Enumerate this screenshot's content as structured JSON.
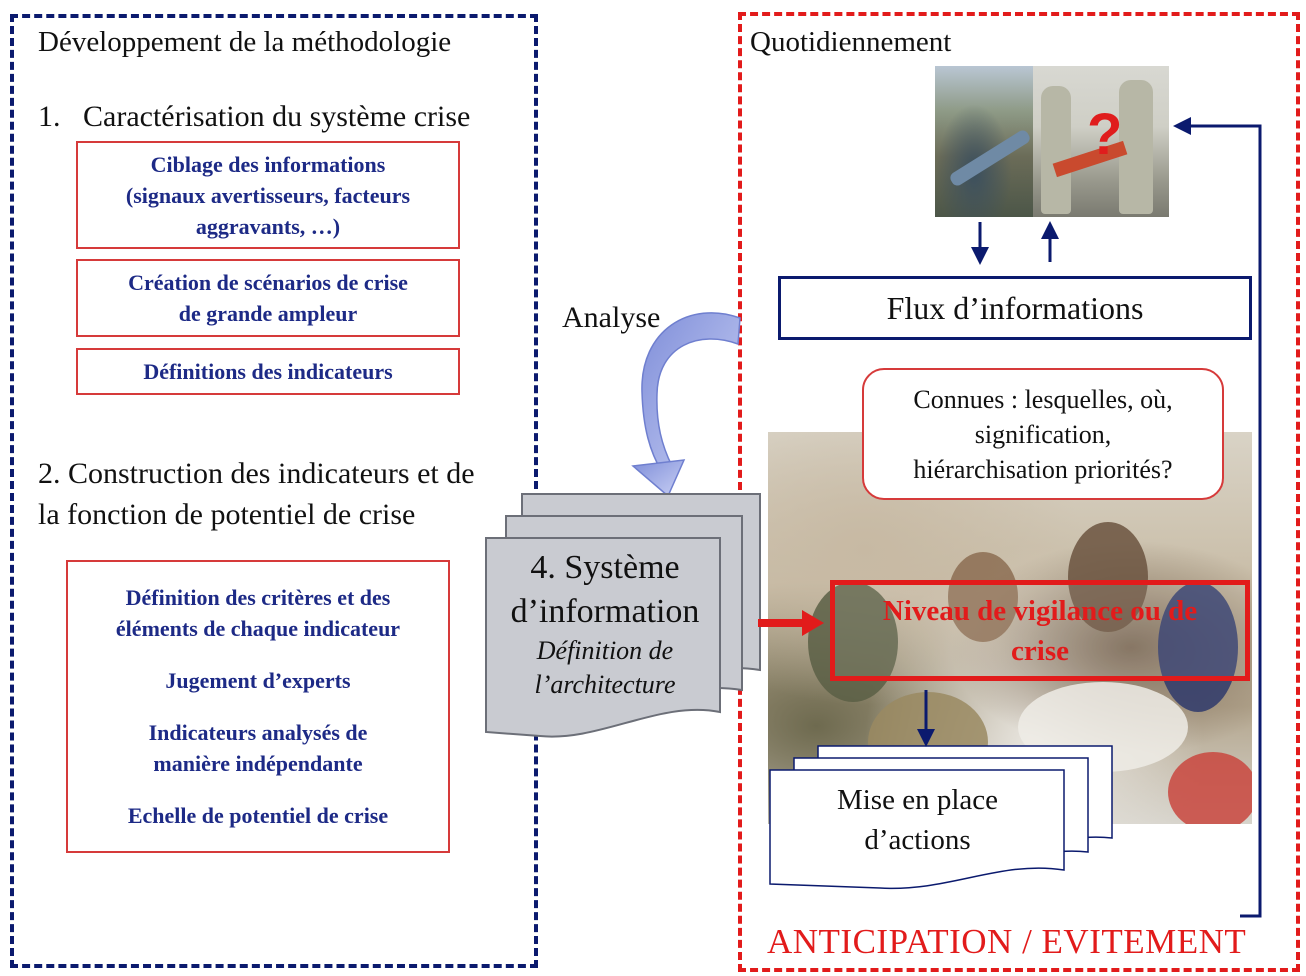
{
  "left_panel": {
    "title": "Développement de la méthodologie",
    "section1_heading": "1.   Caractérisation du système crise",
    "section1_boxes": [
      [
        "Ciblage des informations",
        "(signaux avertisseurs, facteurs",
        "aggravants, …)"
      ],
      [
        "Création de scénarios de crise",
        "de grande ampleur"
      ],
      [
        "Définitions des indicateurs"
      ]
    ],
    "section2_heading_line1": "2. Construction des indicateurs et de",
    "section2_heading_line2": "la fonction de potentiel de crise",
    "section2_items": [
      [
        "Définition des critères et des",
        "éléments de chaque indicateur"
      ],
      [
        "Jugement d’experts"
      ],
      [
        "Indicateurs analysés de",
        "manière indépendante"
      ],
      [
        "Echelle de potentiel de crise"
      ]
    ]
  },
  "center": {
    "analyse_label": "Analyse",
    "sysinfo_title_line1": "4. Système",
    "sysinfo_title_line2": "d’information",
    "sysinfo_sub_line1": "Définition de",
    "sysinfo_sub_line2": "l’architecture"
  },
  "right_panel": {
    "title": "Quotidiennement",
    "flux_label": "Flux d’informations",
    "callout_lines": [
      "Connues : lesquelles, où,",
      "signification,",
      "hiérarchisation priorités?"
    ],
    "vigilance_lines": [
      "Niveau de vigilance ou de",
      "crise"
    ],
    "actions_lines": [
      "Mise en place",
      "d’actions"
    ],
    "footer": "ANTICIPATION / EVITEMENT"
  },
  "colors": {
    "navy": "#0b1a6e",
    "red": "#e21b1b",
    "box_text": "#1d2a86",
    "box_border": "#d63a3a"
  },
  "icons": {
    "photo_question_mark": "?"
  }
}
